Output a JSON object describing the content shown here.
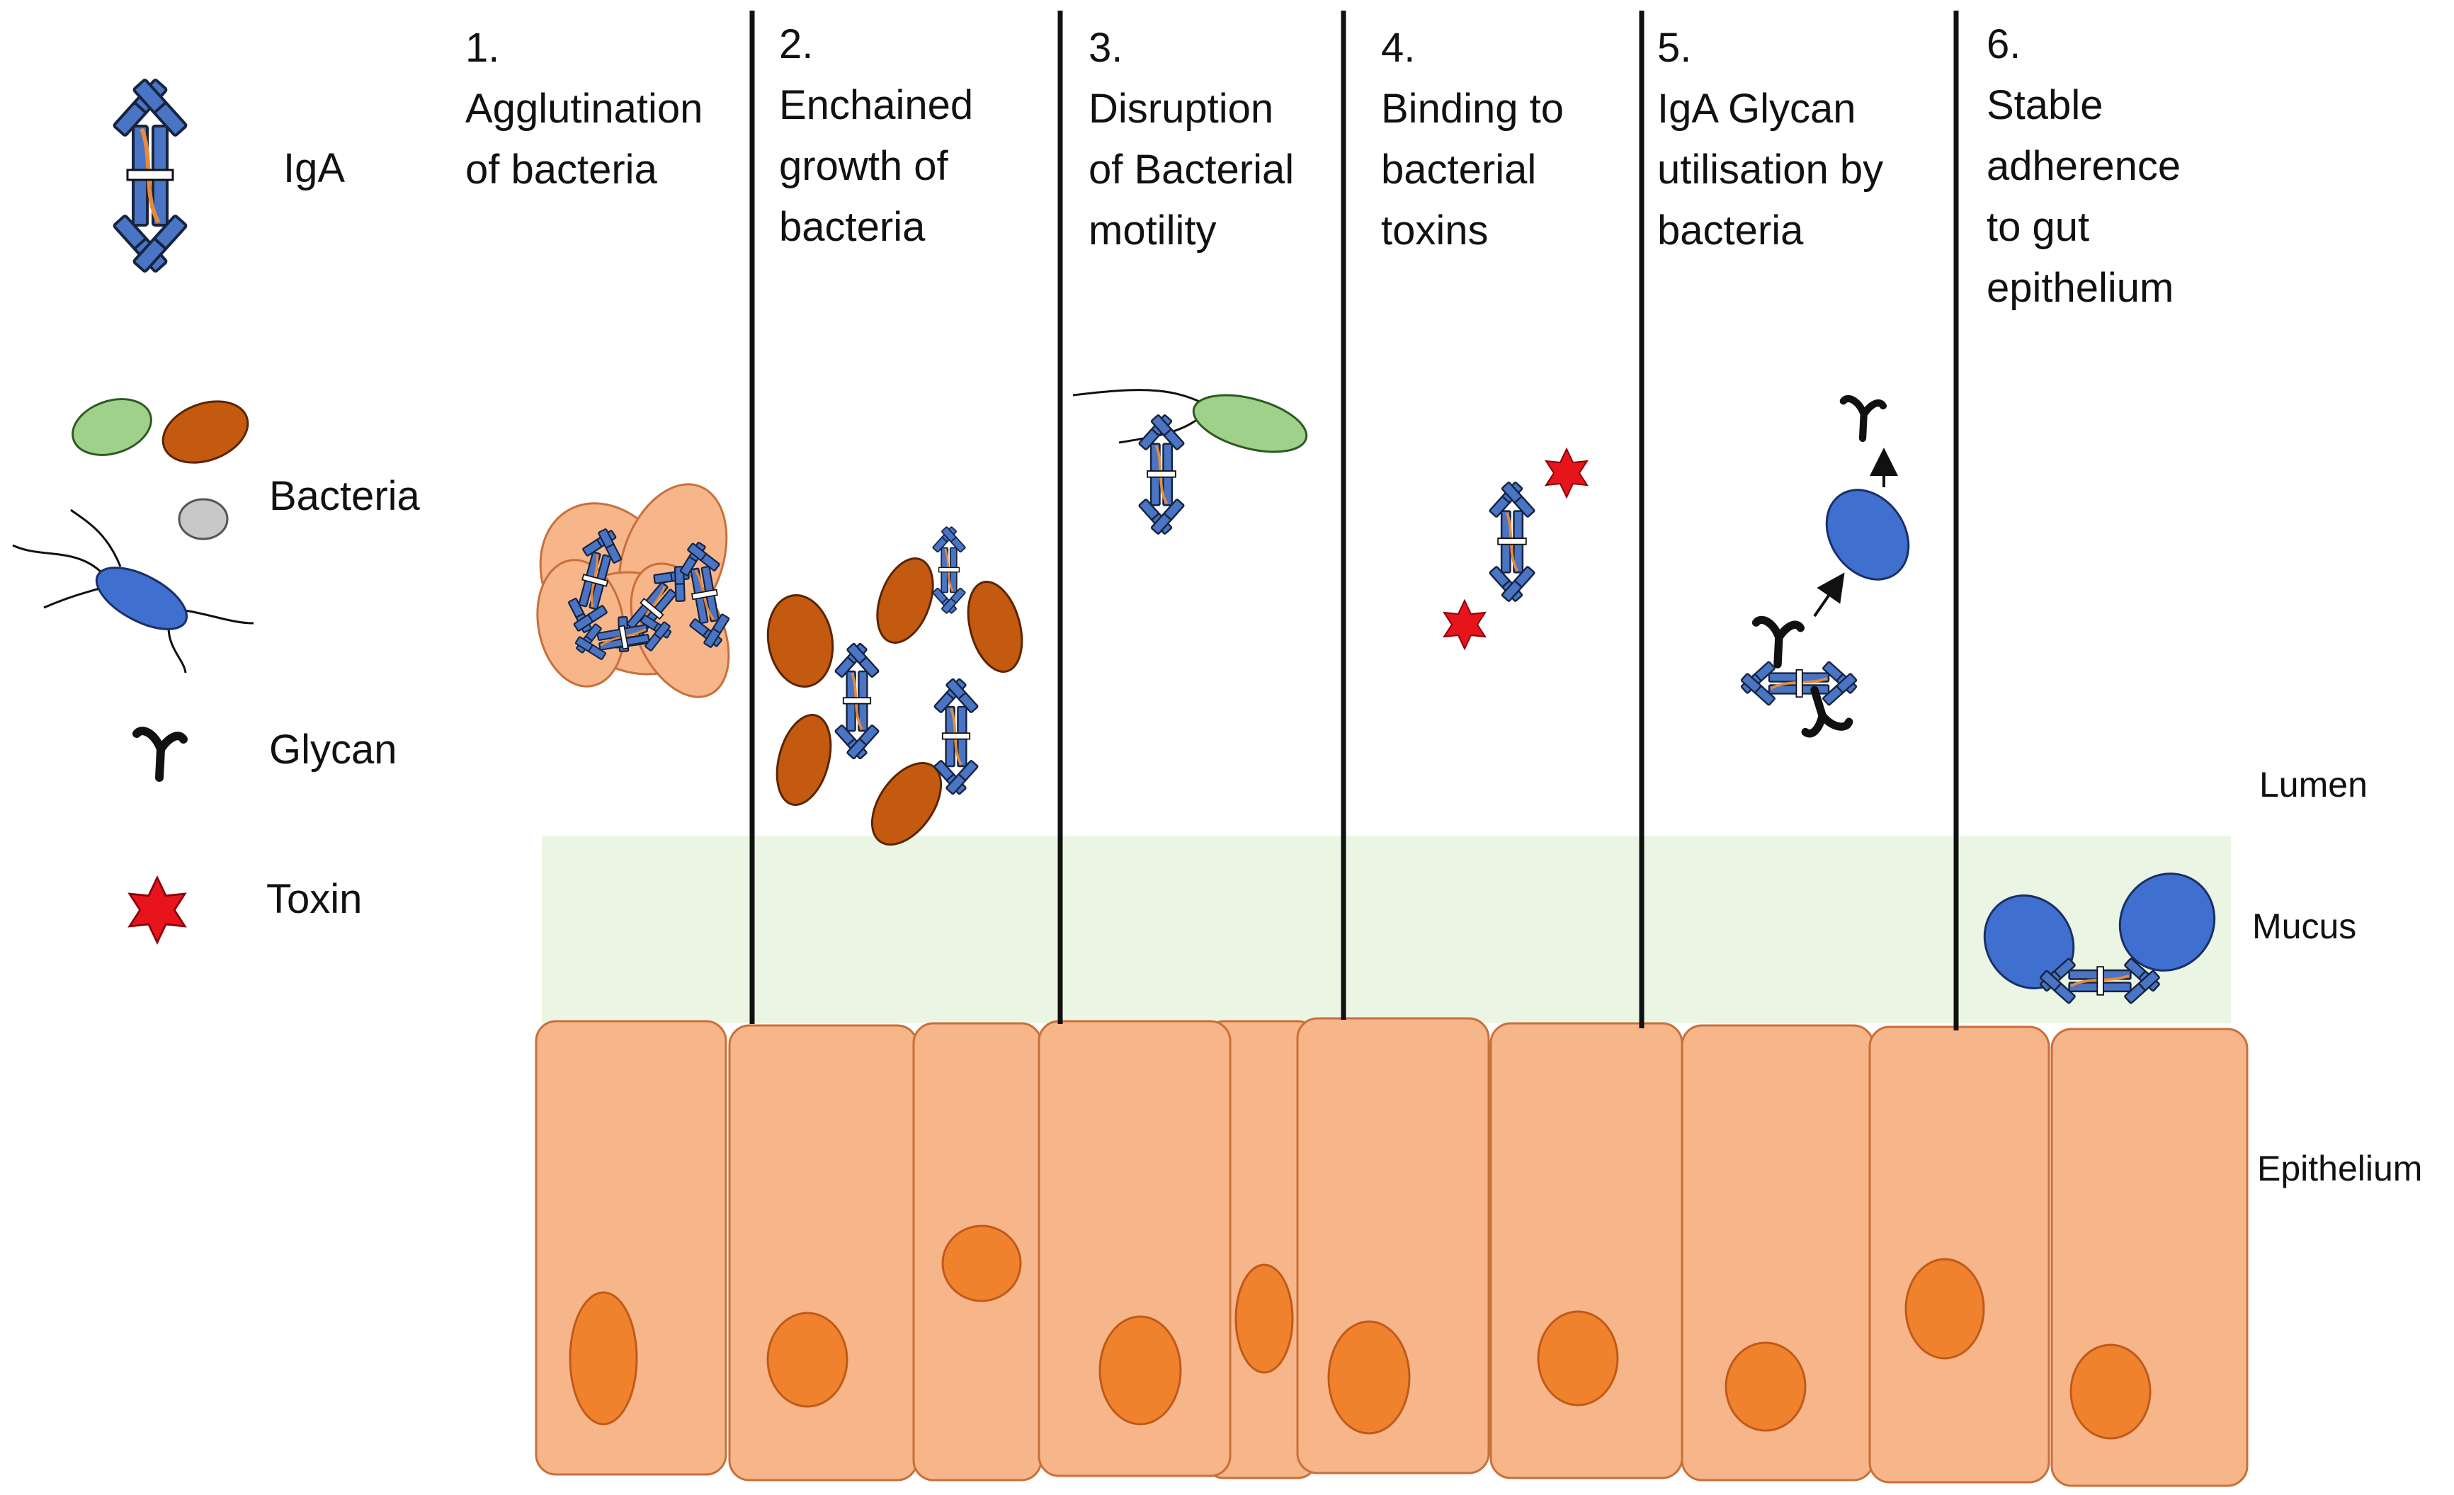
{
  "legend": {
    "iga": "IgA",
    "bacteria": "Bacteria",
    "glycan": "Glycan",
    "toxin": "Toxin"
  },
  "mechanisms": [
    {
      "number": "1.",
      "lines": [
        "Agglutination",
        "of bacteria"
      ]
    },
    {
      "number": "2.",
      "lines": [
        "Enchained",
        "growth of",
        "bacteria"
      ]
    },
    {
      "number": "3.",
      "lines": [
        "Disruption",
        "of Bacterial",
        "motility"
      ]
    },
    {
      "number": "4.",
      "lines": [
        "Binding to",
        "bacterial",
        "toxins"
      ]
    },
    {
      "number": "5.",
      "lines": [
        "IgA Glycan",
        "utilisation by",
        "bacteria"
      ]
    },
    {
      "number": "6.",
      "lines": [
        "Stable",
        "adherence",
        "to gut",
        "epithelium"
      ]
    }
  ],
  "zones": {
    "lumen": "Lumen",
    "mucus": "Mucus",
    "epithelium": "Epithelium"
  },
  "colors": {
    "epithelium_cell": "#f7b58a",
    "cell_nucleus": "#f0822e",
    "mucus": "#eaf6e3",
    "iga_domain": "#4a74c4",
    "iga_hinge": "#e88a3a",
    "bacteria_green": "#9fd18a",
    "bacteria_brown": "#c35a10",
    "bacteria_blue": "#3f6fcf",
    "bacteria_grey": "#c8c8c8",
    "bacteria_clump": "#f7b58a",
    "glycan": "#111111",
    "toxin": "#e8141c"
  }
}
